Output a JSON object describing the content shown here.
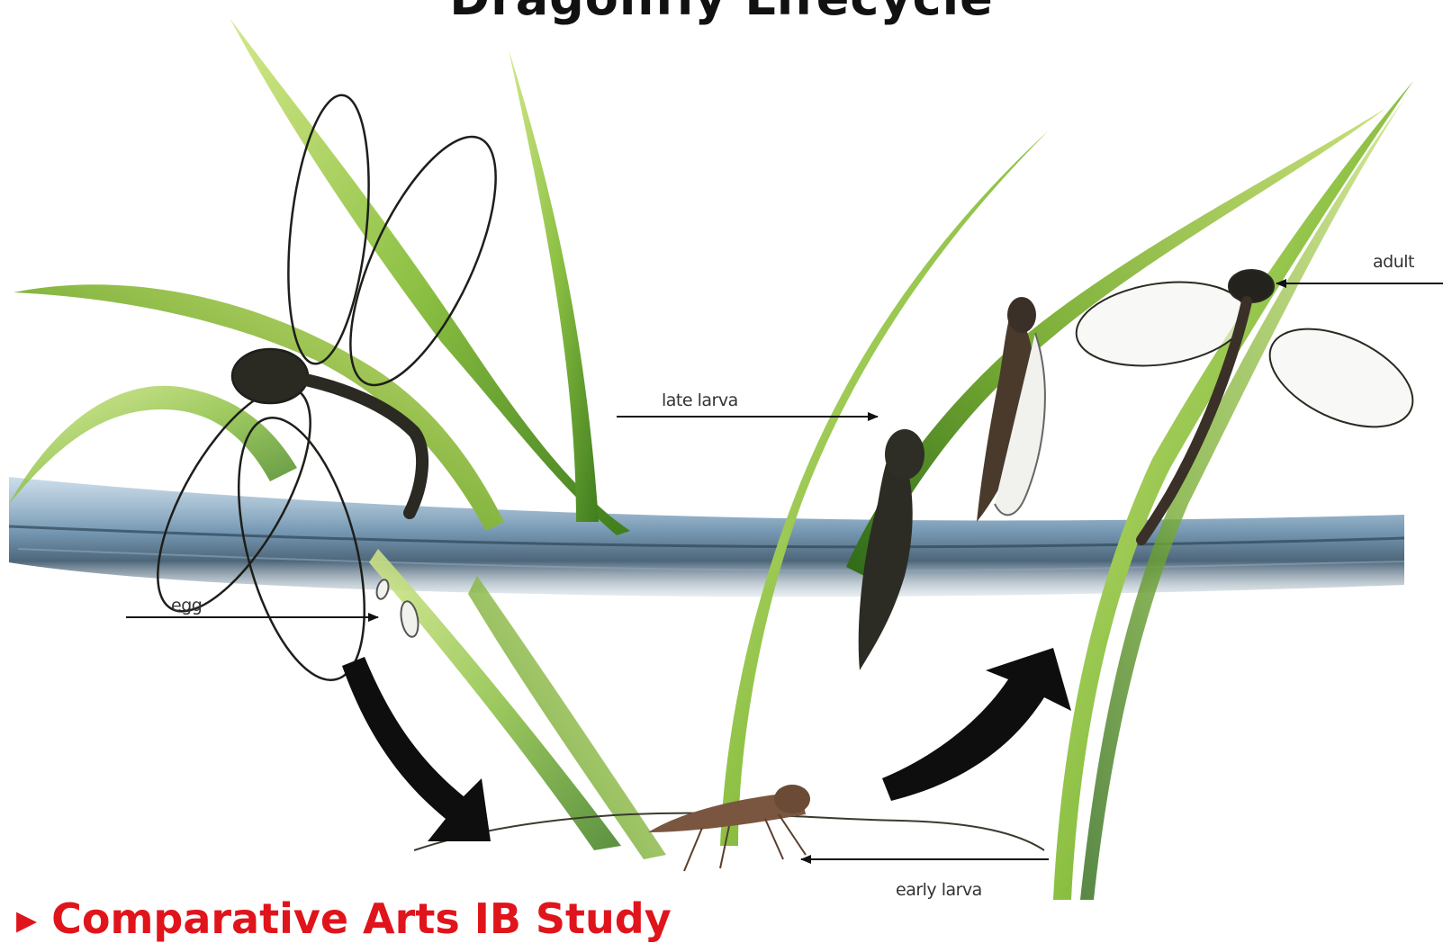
{
  "title": "Dragonfly Lifecycle",
  "labels": {
    "egg": "egg",
    "late_larva": "late larva",
    "adult": "adult",
    "early_larva": "early larva"
  },
  "footer": "▸ Comparative Arts IB Study",
  "colors": {
    "leaf_light": "#b8d86a",
    "leaf_mid": "#7fb53a",
    "leaf_dark": "#3f7d1e",
    "water": "#6b90ad",
    "water_dark": "#3c566a",
    "insect": "#2a2a22",
    "footer_text": "#e0141b"
  }
}
